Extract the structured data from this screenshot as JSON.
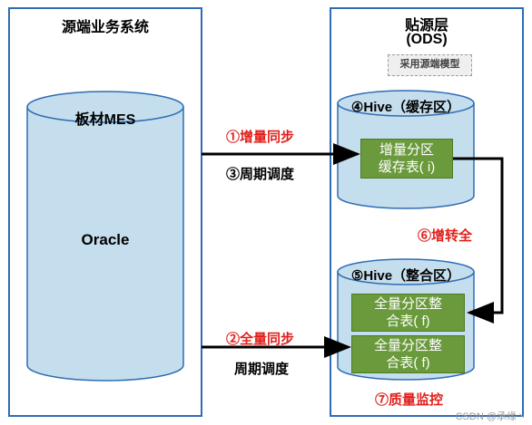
{
  "left_panel": {
    "title": "源端业务系统",
    "cylinder_title": "板材MES",
    "cylinder_label": "Oracle"
  },
  "right_panel": {
    "title_line1": "贴源层",
    "title_line2": "(ODS)",
    "model_note": "采用源端模型",
    "cache_cylinder": {
      "title": "④Hive（缓存区）",
      "box": [
        "增量分区",
        "缓存表( i)"
      ]
    },
    "merge_cylinder": {
      "title": "⑤Hive（整合区）",
      "box1": [
        "全量分区整",
        "合表( f)"
      ],
      "box2": [
        "全量分区整",
        "合表( f)"
      ]
    },
    "quality_label": "⑦质量监控"
  },
  "arrows": {
    "incremental_sync": "①增量同步",
    "periodic_schedule_1": "③周期调度",
    "full_sync": "②全量同步",
    "periodic_schedule_2": "周期调度",
    "to_full": "⑥增转全"
  },
  "colors": {
    "panel_border": "#2E6DB4",
    "cylinder_fill": "#C5DEED",
    "cylinder_stroke": "#2E6DB4",
    "green_box": "#6A9A3C",
    "red_text": "#E0201B"
  },
  "watermark": "CSDN @承缘丶"
}
